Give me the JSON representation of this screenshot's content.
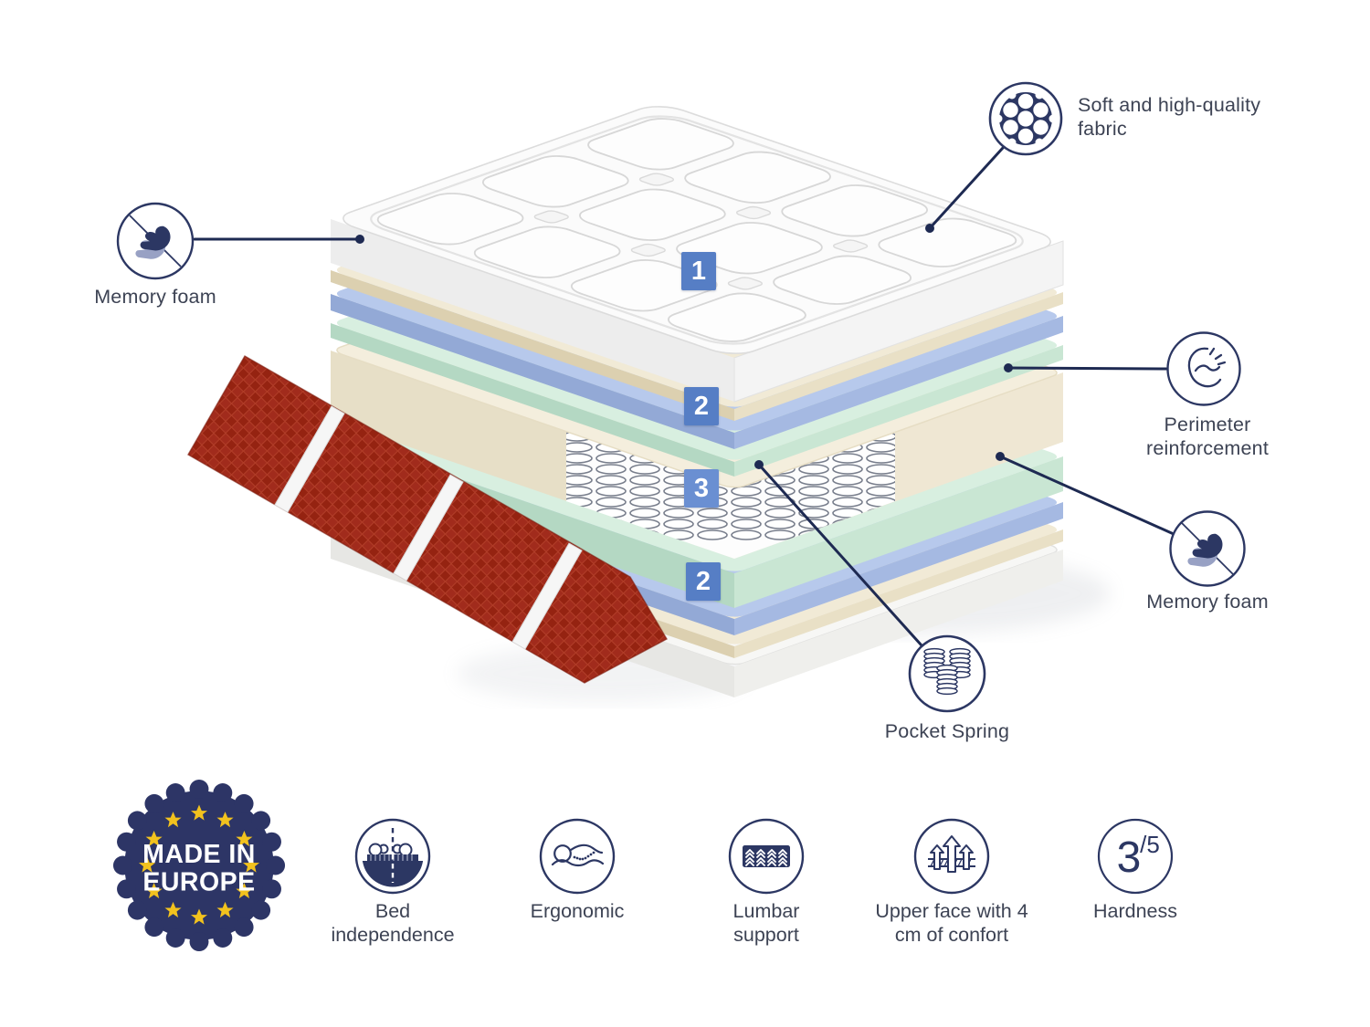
{
  "colors": {
    "navy": "#1e2a52",
    "icon_stroke": "#2c3763",
    "badge_blue": "#567ec5",
    "layer_blue": "#a5b9e2",
    "layer_green": "#cde9d7",
    "layer_cream": "#ece4cc",
    "cover_red": "#a12b1c",
    "euro_navy": "#2d3566",
    "euro_yellow": "#f2c21e",
    "label_text": "#3d4354"
  },
  "callouts": [
    {
      "id": "fabric",
      "label": "Soft and high-quality fabric",
      "icon": "fabric-weave-icon"
    },
    {
      "id": "memory-foam-left",
      "label": "Memory foam",
      "icon": "hand-press-icon"
    },
    {
      "id": "perimeter",
      "label": "Perimeter reinforcement",
      "icon": "bicep-icon"
    },
    {
      "id": "memory-foam-right",
      "label": "Memory foam",
      "icon": "hand-press-icon"
    },
    {
      "id": "pocket-spring",
      "label": "Pocket Spring",
      "icon": "pocket-springs-icon"
    }
  ],
  "layer_badges": [
    {
      "number": "1"
    },
    {
      "number": "2"
    },
    {
      "number": "3"
    },
    {
      "number": "2"
    }
  ],
  "features": [
    {
      "label": "Bed independence",
      "icon": "bed-independence-icon"
    },
    {
      "label": "Ergonomic",
      "icon": "ergonomic-icon"
    },
    {
      "label": "Lumbar support",
      "icon": "lumbar-support-icon"
    },
    {
      "label": "Upper face with 4 cm of confort",
      "icon": "comfort-arrows-icon"
    },
    {
      "label": "Hardness",
      "icon": "hardness-icon",
      "value": "3",
      "scale": "/5"
    }
  ],
  "made_in_badge": {
    "line1": "MADE IN",
    "line2": "EUROPE"
  }
}
